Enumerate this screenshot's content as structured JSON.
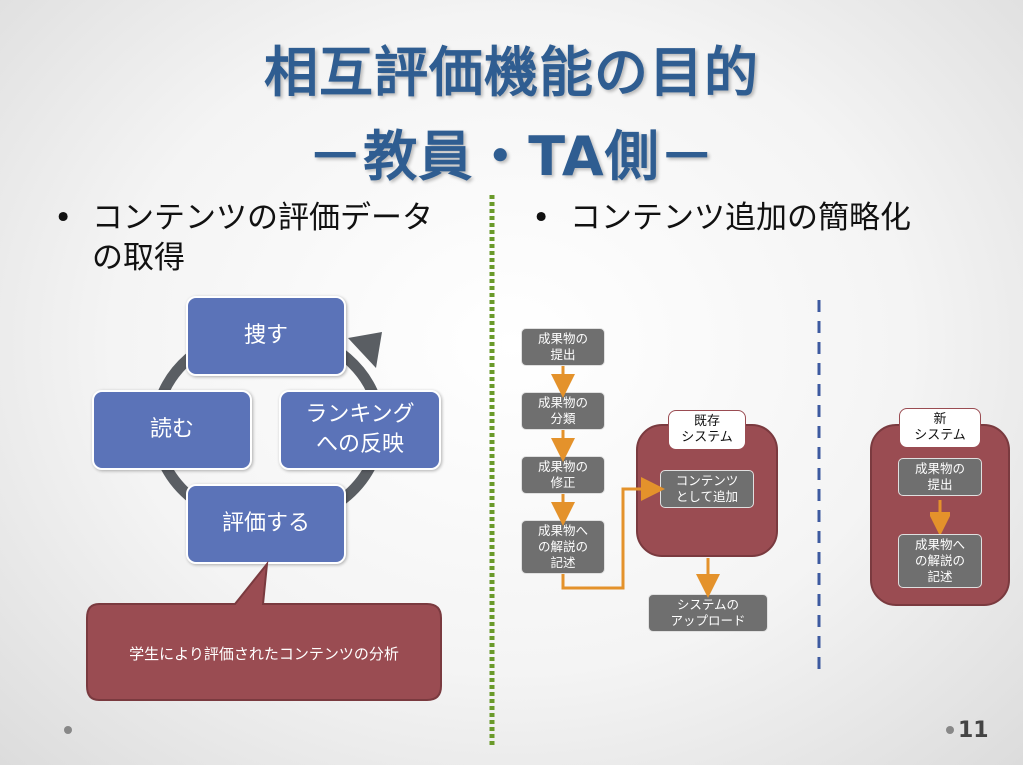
{
  "slide": {
    "title_line1": "相互評価機能の目的",
    "title_line2": "－教員・TA側－",
    "page_number": "11"
  },
  "left": {
    "bullet_line1": "コンテンツの評価データ",
    "bullet_line2": "の取得",
    "cycle": {
      "search": "捜す",
      "ranking_line1": "ランキング",
      "ranking_line2": "への反映",
      "read": "読む",
      "evaluate": "評価する"
    },
    "callout": "学生により評価されたコンテンツの分析"
  },
  "right": {
    "bullet": "コンテンツ追加の簡略化",
    "flow": {
      "step1": [
        "成果物の",
        "提出"
      ],
      "step2": [
        "成果物の",
        "分類"
      ],
      "step3": [
        "成果物の",
        "修正"
      ],
      "step4": [
        "成果物へ",
        "の解説の",
        "記述"
      ],
      "existing_system": [
        "既存",
        "システム"
      ],
      "add_as_content": [
        "コンテンツ",
        "として追加"
      ],
      "system_upload": [
        "システムの",
        "アップロード"
      ]
    },
    "new_system": {
      "label": [
        "新",
        "システム"
      ],
      "step1": [
        "成果物の",
        "提出"
      ],
      "step2": [
        "成果物へ",
        "の解説の",
        "記述"
      ]
    }
  },
  "colors": {
    "title": "#2f5d91",
    "cycle_box": "#5b73b8",
    "maroon": "#9a4c52",
    "orange_arrow": "#e4922b",
    "green_divider": "#6a9a2a",
    "blue_divider": "#3d5aa0"
  }
}
